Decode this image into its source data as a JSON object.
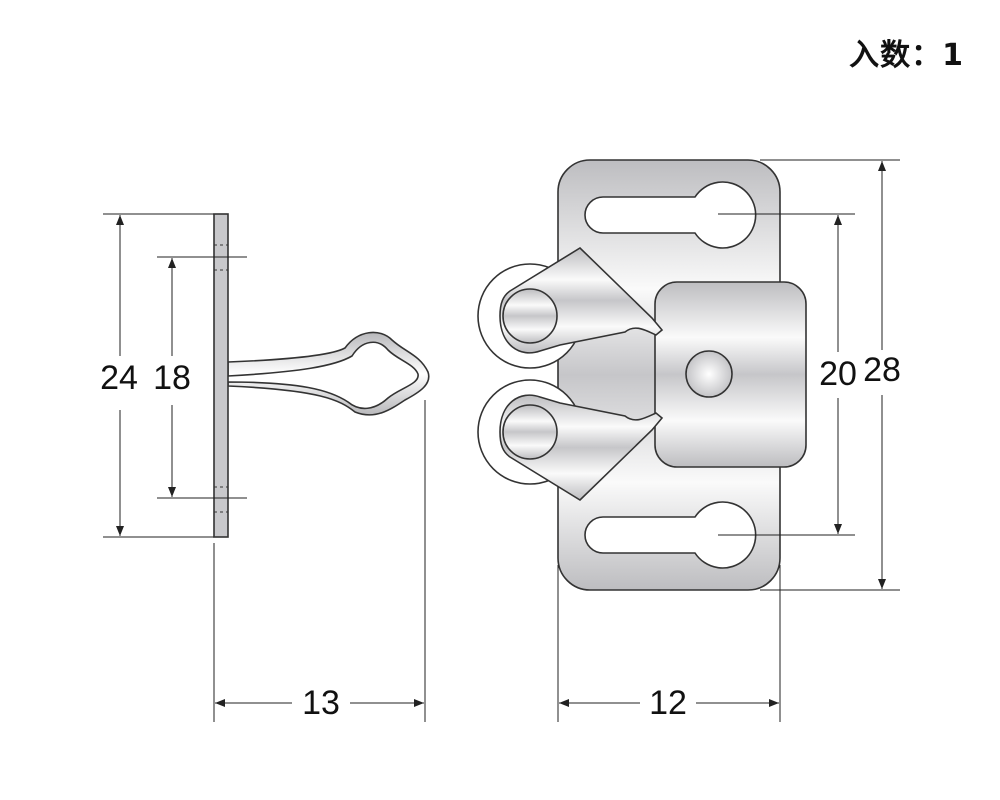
{
  "quantity_label": "入数：1",
  "side_view": {
    "overall_height": "24",
    "hole_pitch": "18",
    "depth": "13"
  },
  "front_view": {
    "hole_pitch": "20",
    "overall_height": "28",
    "width": "12"
  },
  "colors": {
    "line": "#222222",
    "metal_light": "#ffffff",
    "metal_dark": "#bfbfc2"
  }
}
